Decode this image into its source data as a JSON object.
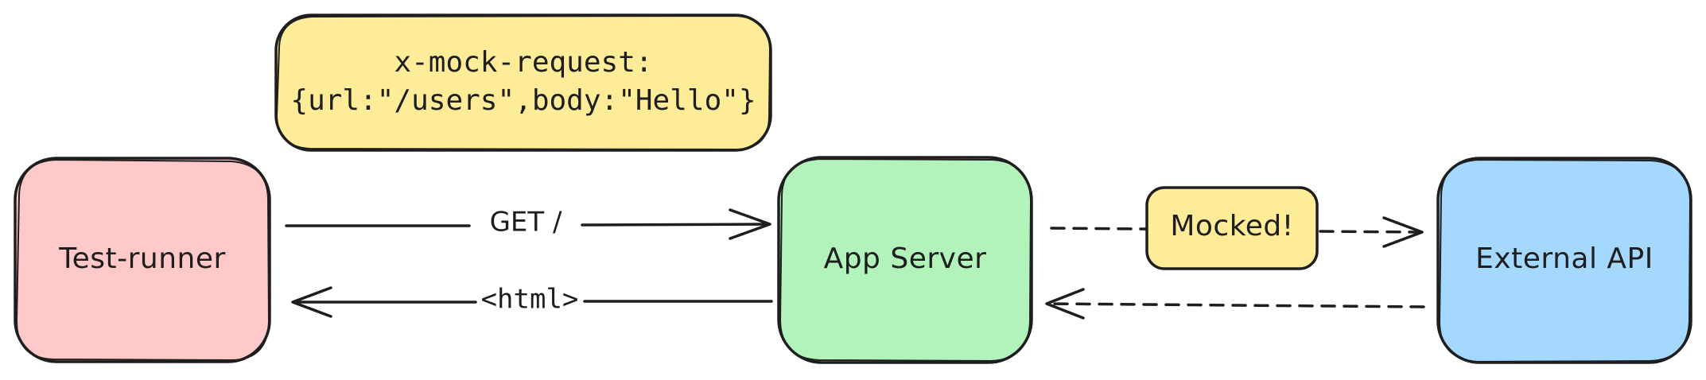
{
  "diagram": {
    "nodes": {
      "test_runner": {
        "label": "Test-runner",
        "fill": "#ffc9c9"
      },
      "app_server": {
        "label": "App Server",
        "fill": "#b2f2bb"
      },
      "external_api": {
        "label": "External API",
        "fill": "#a5d8ff"
      }
    },
    "notes": {
      "mock_header": {
        "line1": "x-mock-request:",
        "line2": "{url:\"/users\",body:\"Hello\"}",
        "fill": "#ffec99"
      },
      "mocked": {
        "label": "Mocked!",
        "fill": "#ffec99"
      }
    },
    "edges": {
      "get_request": {
        "label": "GET /"
      },
      "html_response": {
        "label": "<html>"
      }
    },
    "colors": {
      "stroke": "#1e1e1e",
      "background": "#ffffff"
    }
  }
}
